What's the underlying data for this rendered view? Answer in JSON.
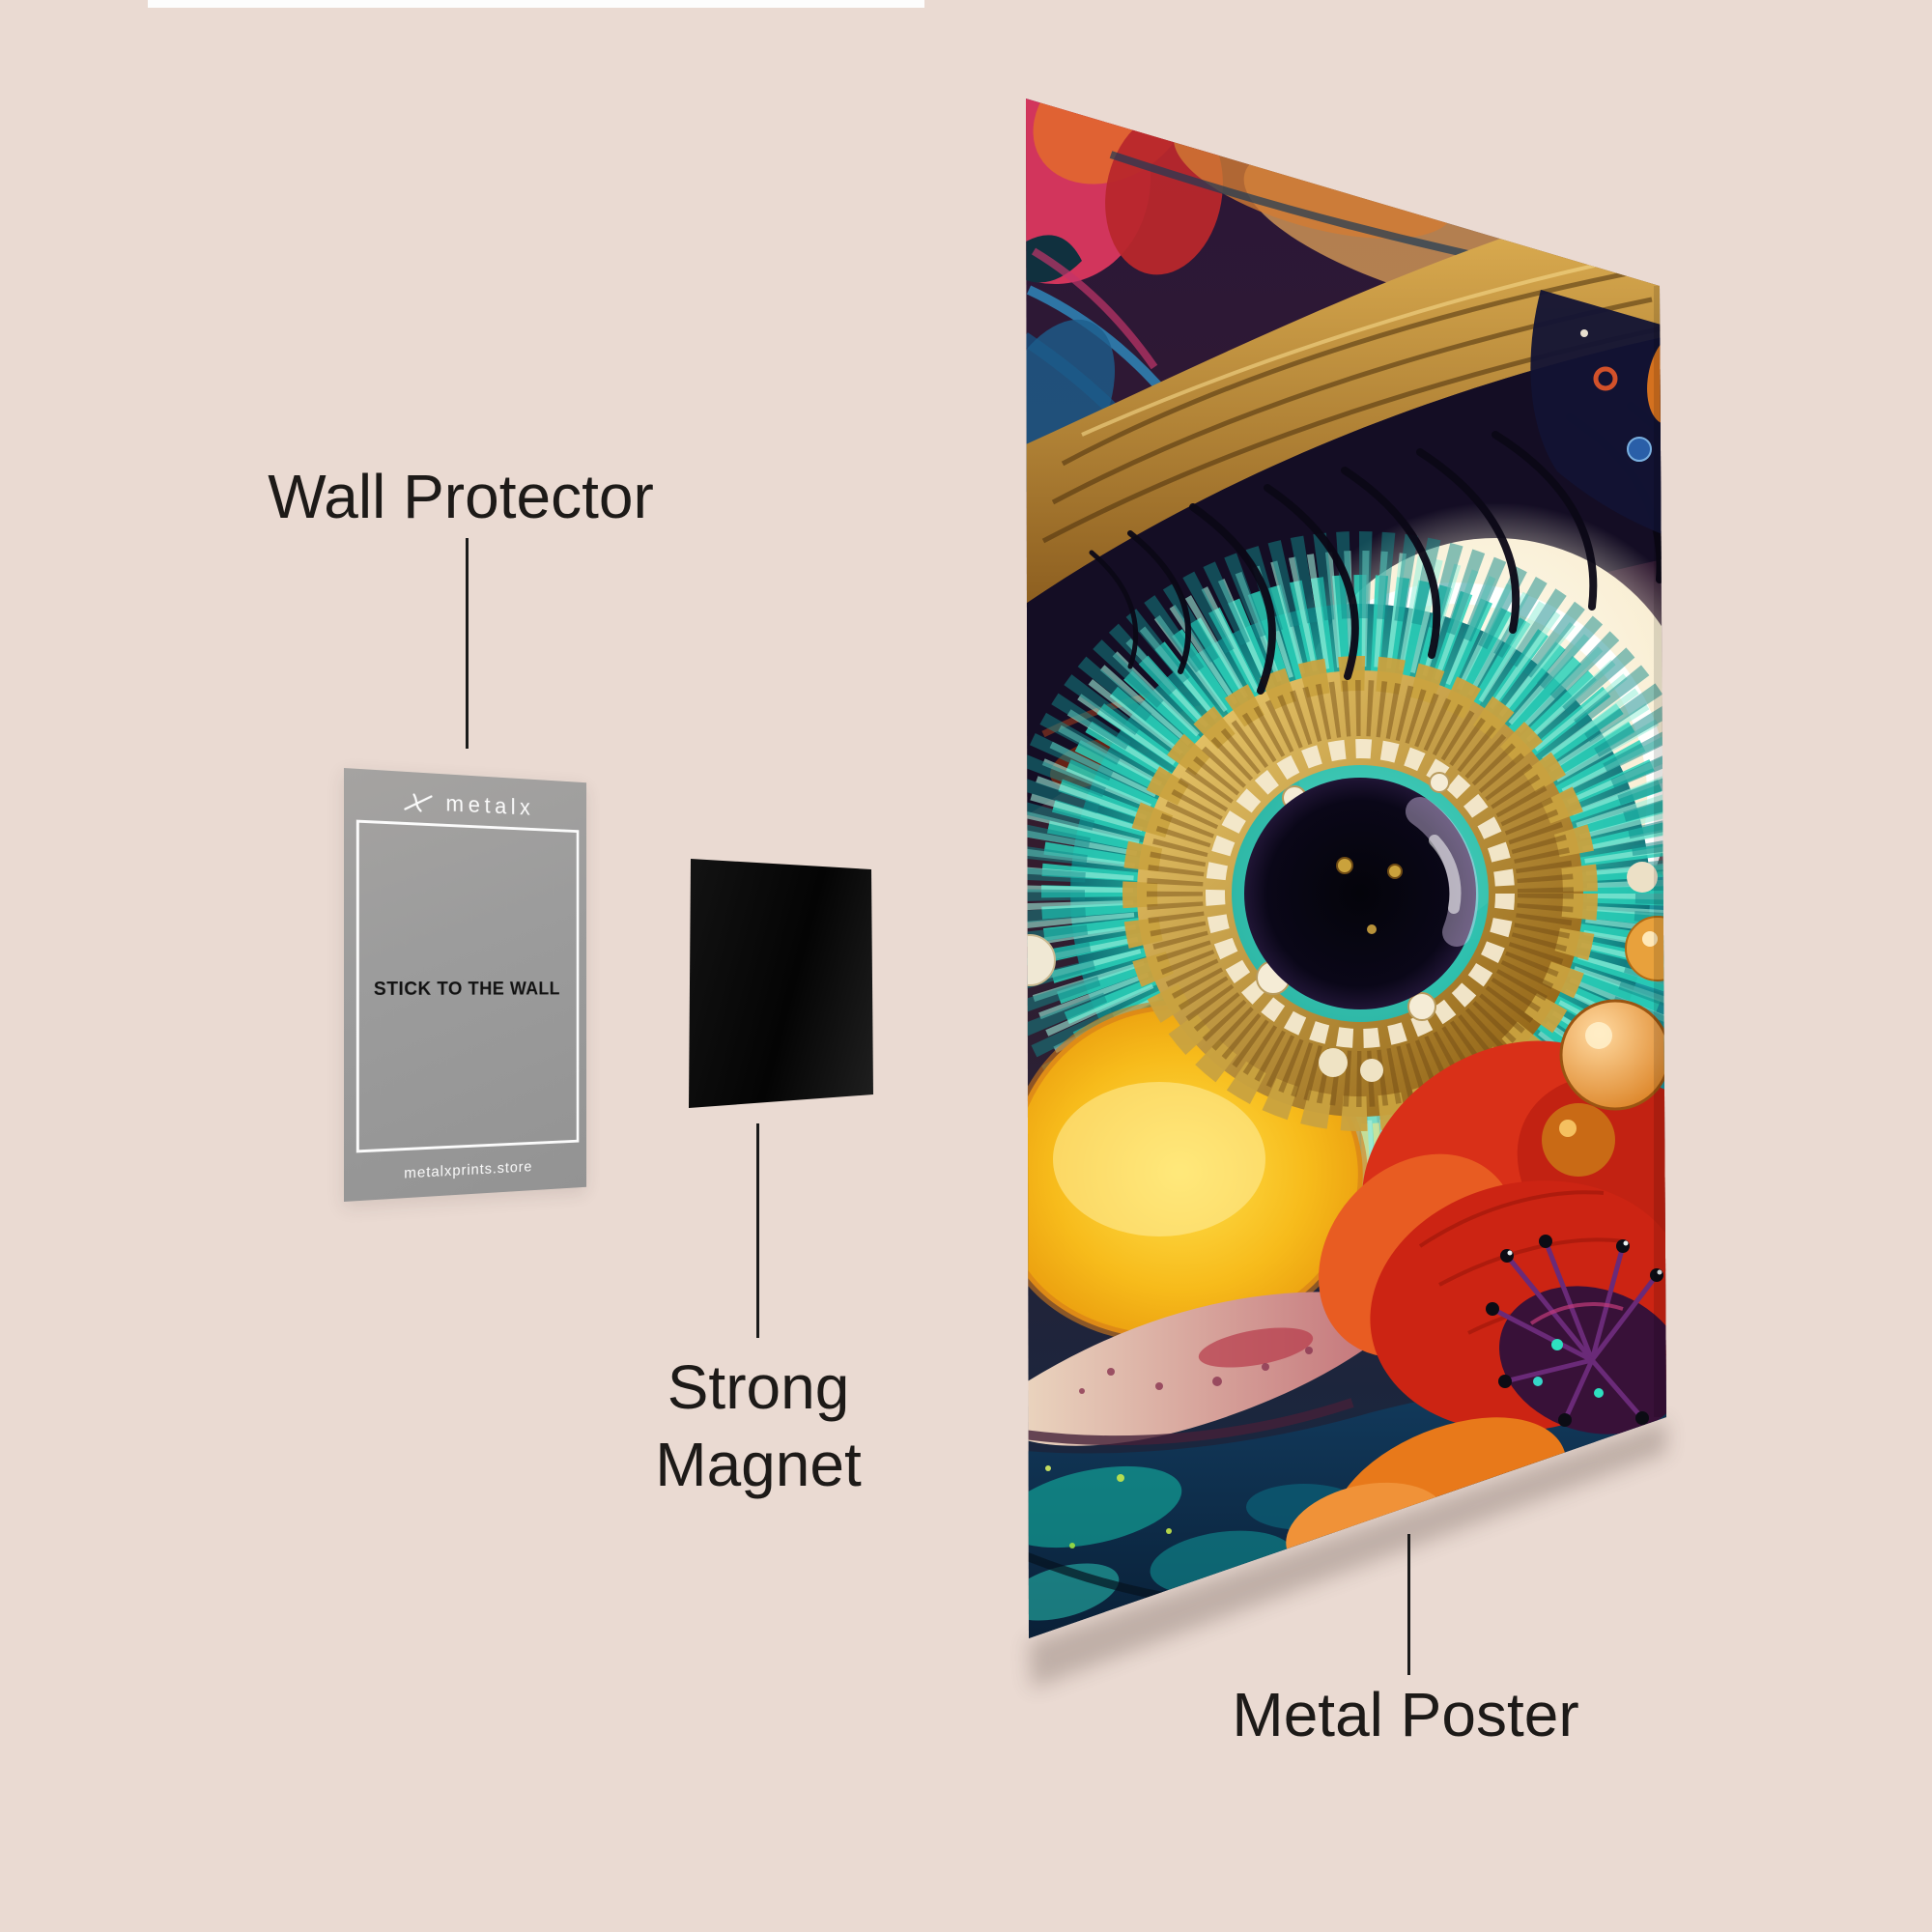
{
  "background": {
    "color": "#EADAD2",
    "top_strip_color": "#FDFDFD"
  },
  "annotations": {
    "wall_protector": {
      "label": "Wall Protector"
    },
    "strong_magnet": {
      "line1": "Strong",
      "line2": "Magnet",
      "full": "Strong Magnet"
    },
    "metal_poster": {
      "label": "Metal Poster"
    }
  },
  "wall_protector_card": {
    "brand": "metalx",
    "center_text": "STICK TO THE WALL",
    "footer_text": "metalxprints.store",
    "card_color": "#9C9C9C",
    "light_text_color": "#FBFBFB",
    "center_text_color": "#121212"
  },
  "magnet": {
    "color": "#0A0A0A"
  },
  "poster": {
    "description": "Surreal macro eye artwork: golden ornate iris ring around a black pupil, white crescent moon, teal iris rays, golden splash, eyelashes over a gold lid, red poppy flower and teal water at the bottom",
    "palette": {
      "gold": "#C9952C",
      "dark_lid": "#140D24",
      "teal_iris": "#2AD0B8",
      "yellow_splash": "#F5C51D",
      "moon_white": "#FFFDF0",
      "poppy_red": "#CC2413",
      "water_blue": "#0C2F4E",
      "stamen_purple": "#381138"
    }
  },
  "line_color": "#1A1A1A",
  "text_color": "#1D1A18"
}
